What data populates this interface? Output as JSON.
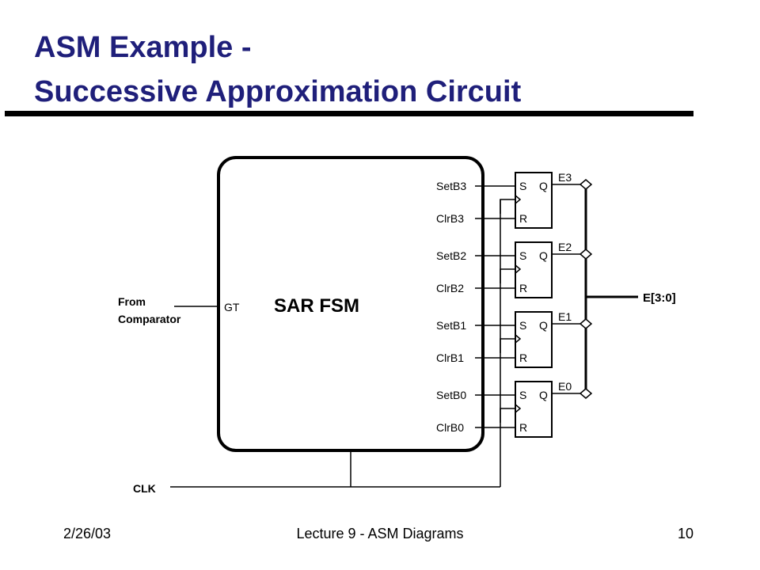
{
  "slide": {
    "title_line1": "ASM Example -",
    "title_line2": "Successive Approximation Circuit"
  },
  "diagram": {
    "fsm_label": "SAR FSM",
    "input_port": "GT",
    "input_source_line1": "From",
    "input_source_line2": "Comparator",
    "clock_label": "CLK",
    "bus_label": "E[3:0]",
    "outputs": [
      {
        "set": "SetB3",
        "clr": "ClrB3",
        "bit": "E3"
      },
      {
        "set": "SetB2",
        "clr": "ClrB2",
        "bit": "E2"
      },
      {
        "set": "SetB1",
        "clr": "ClrB1",
        "bit": "E1"
      },
      {
        "set": "SetB0",
        "clr": "ClrB0",
        "bit": "E0"
      }
    ],
    "ff_pins": {
      "s": "S",
      "q": "Q",
      "r": "R"
    }
  },
  "footer": {
    "date": "2/26/03",
    "lecture": "Lecture 9 - ASM Diagrams",
    "page": "10"
  }
}
